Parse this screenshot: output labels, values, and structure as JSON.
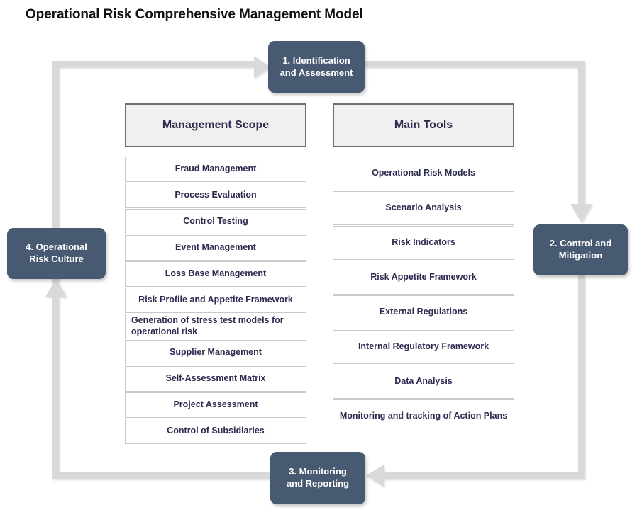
{
  "page": {
    "title": "Operational Risk Comprehensive Management Model",
    "background": "#ffffff",
    "accent_dark": "#475a71",
    "accent_text": "#2b2b50",
    "arrow_color": "#d9d9d9",
    "header_bg": "#f0f0f0",
    "box_border": "#c9c9c9"
  },
  "cycle": {
    "nodes": [
      {
        "id": "node-1",
        "line1": "1. Identification",
        "line2": "and Assessment",
        "position": "top"
      },
      {
        "id": "node-2",
        "line1": "2. Control and",
        "line2": "Mitigation",
        "position": "right"
      },
      {
        "id": "node-3",
        "line1": "3. Monitoring",
        "line2": "and Reporting",
        "position": "bottom"
      },
      {
        "id": "node-4",
        "line1": "4. Operational",
        "line2": "Risk Culture",
        "position": "left"
      }
    ],
    "arrow_directions": [
      "right-into-node-1",
      "down-into-node-2",
      "left-into-node-3",
      "up-into-node-4"
    ]
  },
  "columns": [
    {
      "key": "management_scope",
      "header": "Management Scope",
      "items": [
        {
          "text": "Fraud Management",
          "align": "center"
        },
        {
          "text": "Process Evaluation",
          "align": "center"
        },
        {
          "text": "Control Testing",
          "align": "center"
        },
        {
          "text": "Event Management",
          "align": "center"
        },
        {
          "text": "Loss Base Management",
          "align": "center"
        },
        {
          "text": "Risk Profile and Appetite Framework",
          "align": "center"
        },
        {
          "text": "Generation of stress test models for operational risk",
          "align": "left"
        },
        {
          "text": "Supplier Management",
          "align": "center"
        },
        {
          "text": "Self-Assessment Matrix",
          "align": "center"
        },
        {
          "text": "Project Assessment",
          "align": "center"
        },
        {
          "text": "Control of Subsidiaries",
          "align": "center"
        }
      ]
    },
    {
      "key": "main_tools",
      "header": "Main Tools",
      "items": [
        {
          "text": "Operational Risk Models",
          "align": "center"
        },
        {
          "text": "Scenario Analysis",
          "align": "center"
        },
        {
          "text": "Risk Indicators",
          "align": "center"
        },
        {
          "text": "Risk Appetite Framework",
          "align": "center"
        },
        {
          "text": "External Regulations",
          "align": "center"
        },
        {
          "text": "Internal Regulatory Framework",
          "align": "center"
        },
        {
          "text": "Data Analysis",
          "align": "center"
        },
        {
          "text": "Monitoring and tracking of Action Plans",
          "align": "center"
        }
      ]
    }
  ]
}
